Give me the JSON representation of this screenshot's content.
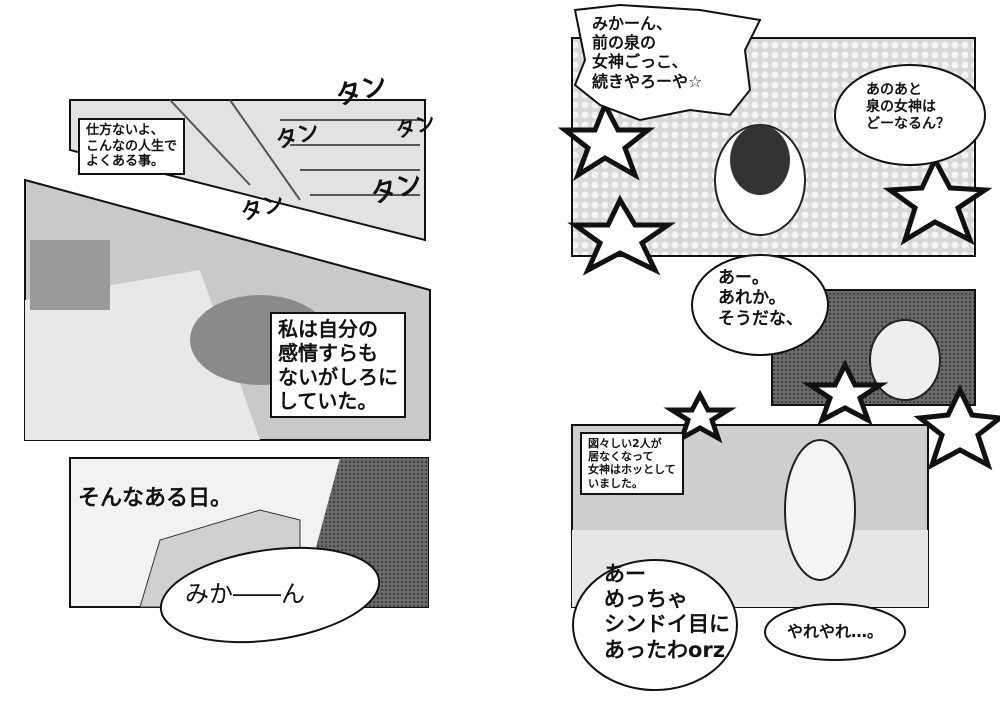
{
  "left_page": {
    "panel1": {
      "caption": "仕方ないよ、\nこんなの人生で\nよくある事。",
      "sfx": [
        "タン",
        "タン",
        "タン",
        "タン",
        "タン"
      ]
    },
    "panel2": {
      "caption": "私は自分の\n感情すらも\nないがしろに\nしていた。"
    },
    "panel3": {
      "narration": "そんなある日。",
      "balloon": "みか――ん"
    }
  },
  "right_page": {
    "panel1": {
      "balloon_left": "みかーん、\n前の泉の\n女神ごっこ、\n続きやろーや☆",
      "balloon_right": "あのあと\n泉の女神は\nどーなるん？"
    },
    "panel2": {
      "balloon": "あー。\nあれか。\nそうだな、"
    },
    "panel3": {
      "caption": "図々しい2人が\n居なくなって\n女神はホッとして\nいました。",
      "balloon_big": "あー\nめっちゃ\nシンドイ目に\nあったわorz",
      "balloon_small": "やれやれ…。"
    }
  },
  "colors": {
    "ink": "#111111",
    "screentone": "#cfcfcf",
    "dark_tone": "#6a6a6a",
    "paper": "#ffffff"
  }
}
